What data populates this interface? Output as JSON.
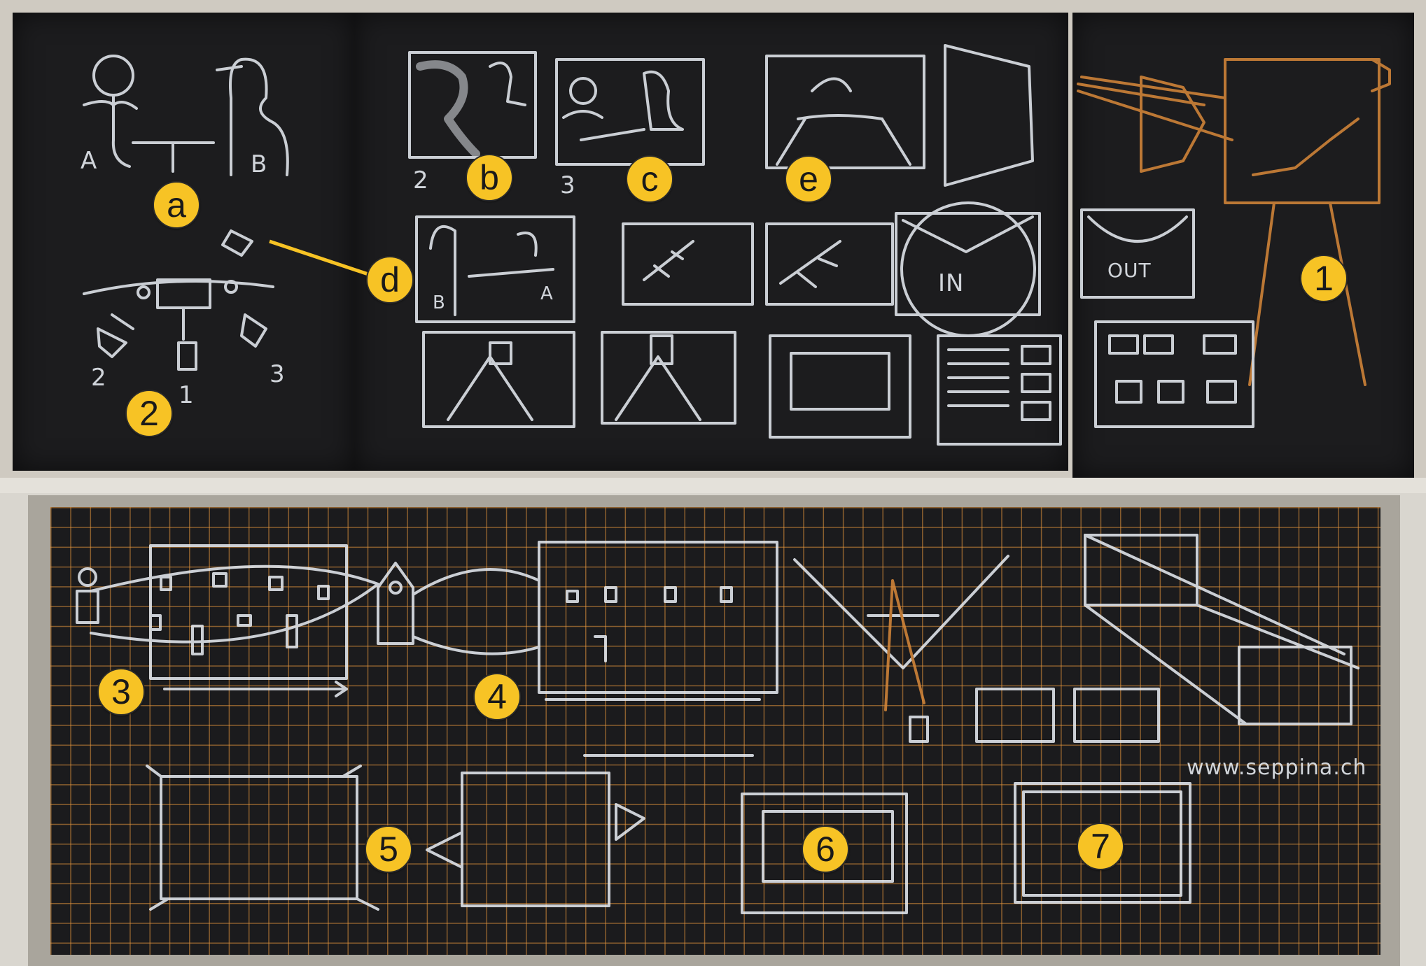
{
  "markers": {
    "a": "a",
    "b": "b",
    "c": "c",
    "d": "d",
    "e": "e",
    "n1": "1",
    "n2": "2",
    "n3": "3",
    "n4": "4",
    "n5": "5",
    "n6": "6",
    "n7": "7"
  },
  "chalk_labels": {
    "person_a": "A",
    "person_b": "B",
    "cam2": "2",
    "cam1": "1",
    "cam3": "3",
    "shot2": "2",
    "shot3": "3",
    "b_label": "B",
    "a_label": "A",
    "in_label": "IN",
    "out_label": "OUT",
    "website": "www.seppina.ch"
  },
  "colors": {
    "marker_fill": "#f7c325",
    "chalk": "#e9eef4",
    "orange_chalk": "#d9893a",
    "board": "#1c1c1e",
    "grid": "#e6963c"
  }
}
